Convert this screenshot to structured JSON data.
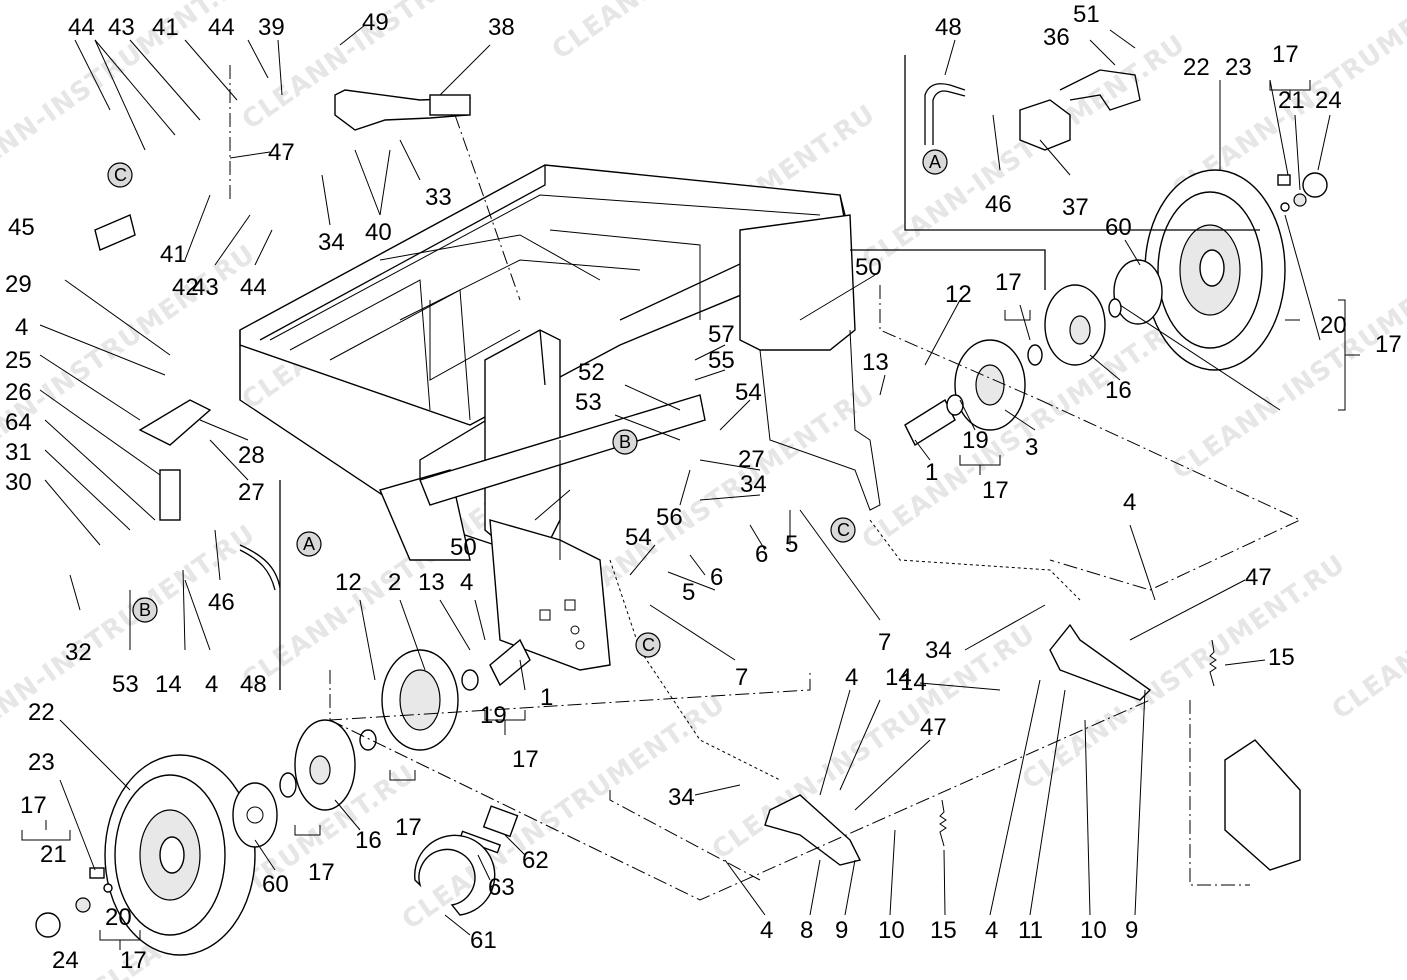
{
  "watermark": "CLEANN-INSTRUMENT.RU",
  "callouts": [
    "1",
    "2",
    "3",
    "4",
    "5",
    "6",
    "7",
    "8",
    "9",
    "10",
    "11",
    "12",
    "13",
    "14",
    "15",
    "16",
    "17",
    "19",
    "20",
    "21",
    "22",
    "23",
    "24",
    "25",
    "26",
    "27",
    "28",
    "29",
    "30",
    "31",
    "32",
    "33",
    "34",
    "36",
    "37",
    "38",
    "39",
    "40",
    "41",
    "42",
    "43",
    "44",
    "45",
    "46",
    "47",
    "48",
    "49",
    "50",
    "51",
    "52",
    "53",
    "54",
    "55",
    "56",
    "57",
    "60",
    "61",
    "62",
    "63",
    "64"
  ],
  "bubbles": [
    "A",
    "B",
    "C"
  ],
  "colors": {
    "line": "#000000",
    "bubble_fill": "#d9d9d9",
    "watermark": "#e6e6e6"
  }
}
